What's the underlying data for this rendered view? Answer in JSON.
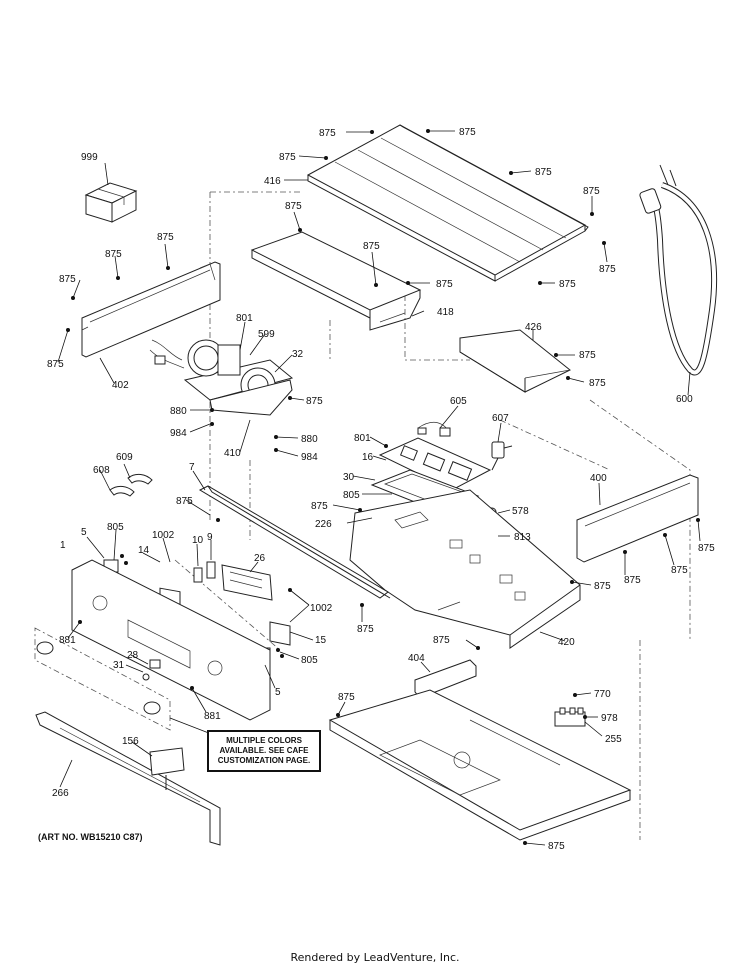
{
  "diagram": {
    "art_number": "(ART NO. WB15210 C87)",
    "note": "MULTIPLE COLORS\nAVAILABLE. SEE CAFE\nCUSTOMIZATION PAGE.",
    "footer": "Rendered by LeadVenture, Inc.",
    "callouts": [
      "999",
      "875",
      "416",
      "418",
      "402",
      "426",
      "600",
      "801",
      "599",
      "32",
      "880",
      "984",
      "410",
      "605",
      "607",
      "16",
      "30",
      "805",
      "578",
      "226",
      "813",
      "400",
      "7",
      "608",
      "609",
      "1002",
      "5",
      "14",
      "10",
      "9",
      "26",
      "1",
      "15",
      "881",
      "28",
      "31",
      "420",
      "404",
      "770",
      "978",
      "255",
      "156",
      "266"
    ]
  }
}
